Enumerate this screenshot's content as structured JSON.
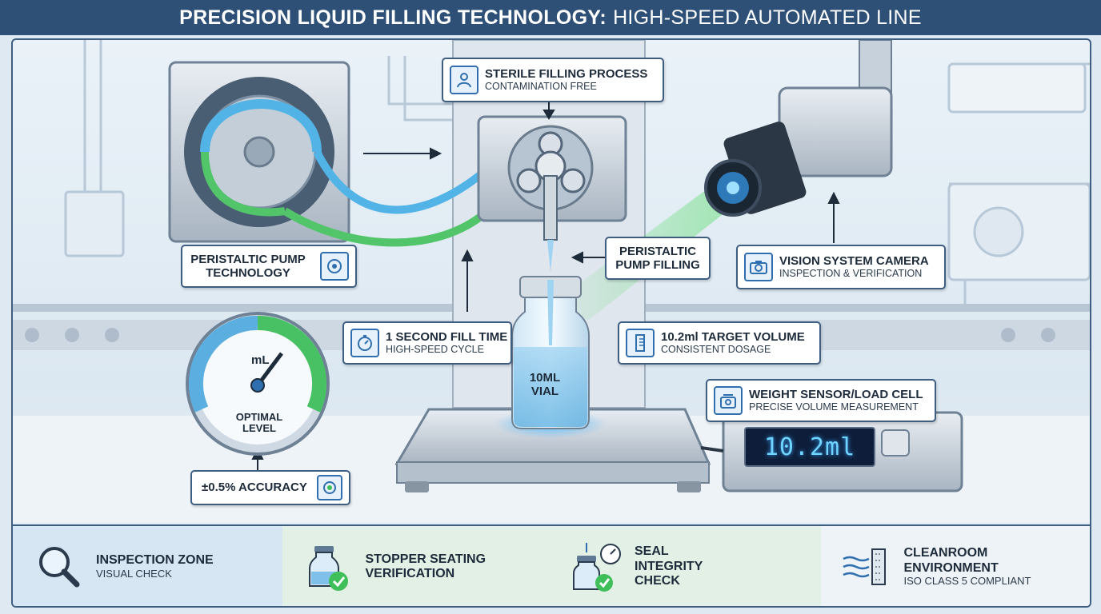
{
  "title": {
    "bold": "PRECISION LIQUID FILLING TECHNOLOGY:",
    "rest": "HIGH-SPEED AUTOMATED LINE"
  },
  "callouts": {
    "sterile": {
      "main": "STERILE FILLING PROCESS",
      "sub": "CONTAMINATION FREE",
      "icon": "operator-icon"
    },
    "pump_tech": {
      "main": "PERISTALTIC PUMP TECHNOLOGY",
      "icon": "pump-icon"
    },
    "pump_filling": {
      "main": "PERISTALTIC PUMP FILLING"
    },
    "camera": {
      "main": "VISION SYSTEM CAMERA",
      "sub": "INSPECTION & VERIFICATION",
      "icon": "camera-icon"
    },
    "fill_time": {
      "main": "1 SECOND FILL TIME",
      "sub": "HIGH-SPEED CYCLE",
      "icon": "stopwatch-icon"
    },
    "target_volume": {
      "main": "10.2ml TARGET VOLUME",
      "sub": "CONSISTENT DOSAGE",
      "icon": "graduated-cylinder-icon"
    },
    "weight_sensor": {
      "main": "WEIGHT SENSOR/LOAD CELL",
      "sub": "PRECISE VOLUME MEASUREMENT",
      "icon": "scale-icon"
    },
    "accuracy": {
      "main": "±0.5% ACCURACY",
      "icon": "target-icon"
    }
  },
  "gauge": {
    "unit": "mL",
    "label": "OPTIMAL LEVEL"
  },
  "vial": {
    "label": "10ML VIAL"
  },
  "display": {
    "reading": "10.2ml"
  },
  "bottom_steps": [
    {
      "title": "INSPECTION ZONE",
      "sub": "VISUAL CHECK",
      "icon": "magnifier-icon"
    },
    {
      "title": "STOPPER SEATING VERIFICATION",
      "sub": "",
      "icon": "vial-check-icon"
    },
    {
      "title": "SEAL INTEGRITY CHECK",
      "sub": "",
      "icon": "seal-gauge-icon"
    },
    {
      "title": "CLEANROOM ENVIRONMENT",
      "sub": "ISO CLASS 5 COMPLIANT",
      "icon": "airflow-filter-icon"
    }
  ],
  "colors": {
    "header": "#2e5077",
    "border": "#3e5e82",
    "accent_blue": "#2f6fb0",
    "accent_green": "#3fbf5a",
    "lcd": "#6fd4ff"
  }
}
